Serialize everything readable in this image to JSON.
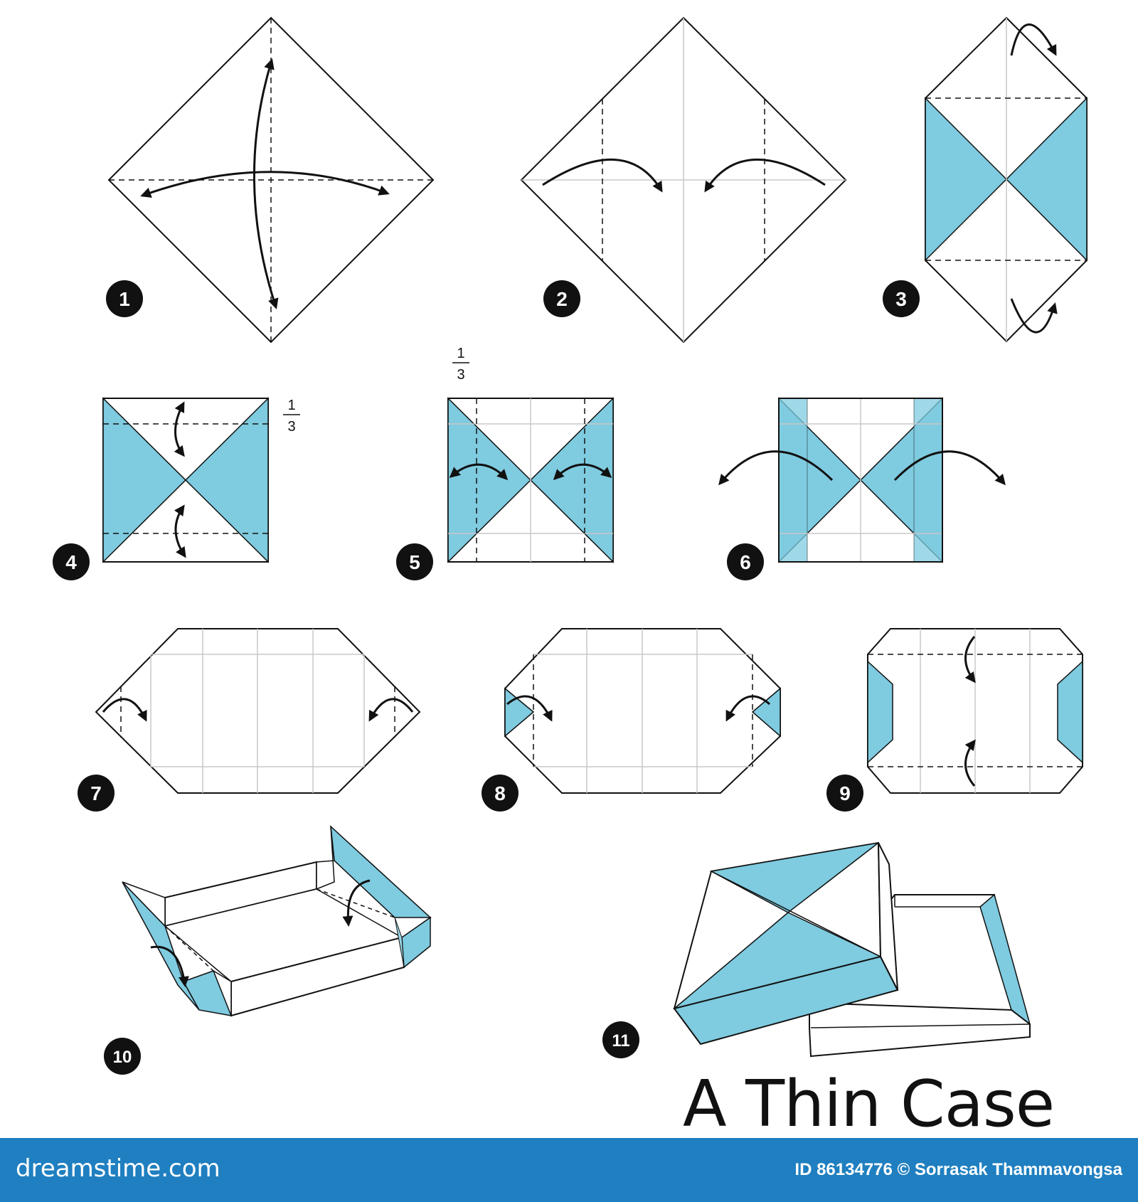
{
  "title": "A Thin Case",
  "colors": {
    "paper": "#ffffff",
    "blue": "#7fcbe0",
    "line": "#111111",
    "crease": "#c8c8c8",
    "footer": "#1f7fc0"
  },
  "steps": [
    {
      "number": "1"
    },
    {
      "number": "2"
    },
    {
      "number": "3"
    },
    {
      "number": "4",
      "fraction": {
        "num": "1",
        "den": "3"
      }
    },
    {
      "number": "5",
      "fraction": {
        "num": "1",
        "den": "3"
      }
    },
    {
      "number": "6"
    },
    {
      "number": "7"
    },
    {
      "number": "8"
    },
    {
      "number": "9"
    },
    {
      "number": "10"
    },
    {
      "number": "11"
    }
  ],
  "footer": {
    "brand": "dreamstime.com",
    "credit": "ID 86134776 © Sorrasak Thammavongsa"
  }
}
